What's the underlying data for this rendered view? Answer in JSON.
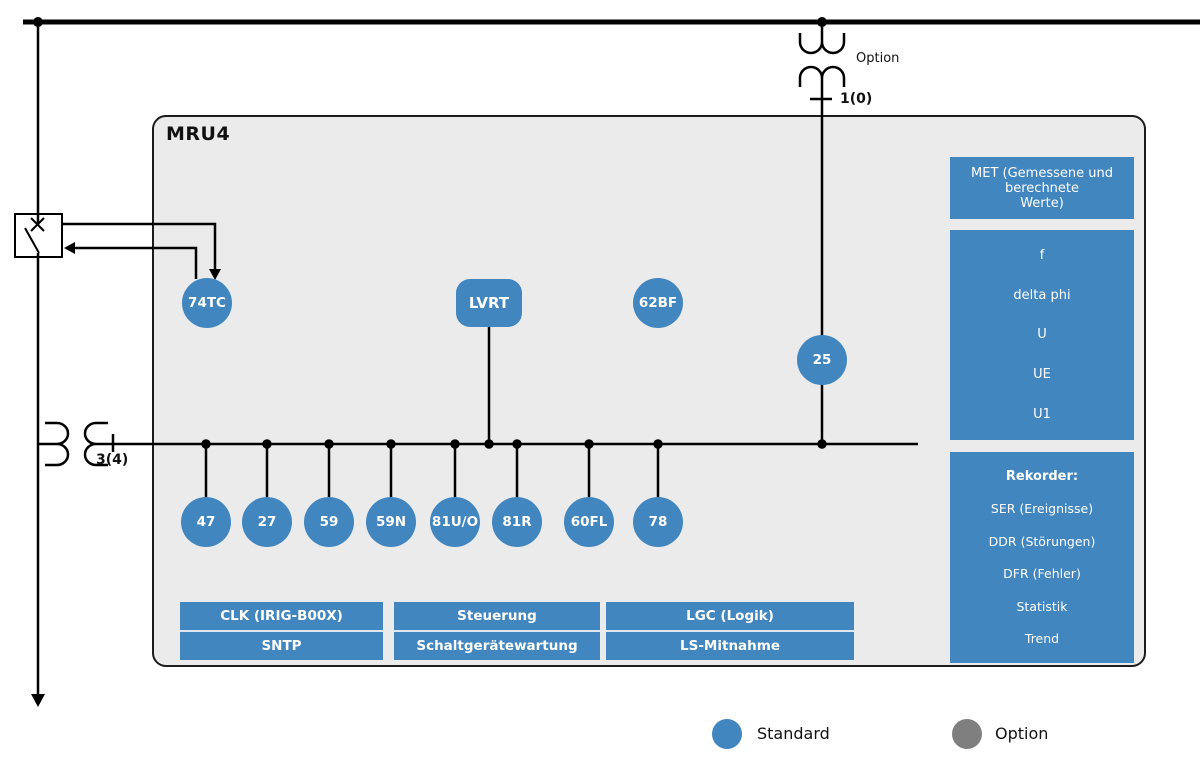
{
  "device": {
    "title": "MRU4"
  },
  "colors": {
    "standard_blue": "#4186be",
    "option_gray": "#7f7f7f",
    "device_background": "#ebebeb",
    "line_black": "#000000"
  },
  "annotations": {
    "top_transformer_option": "Option",
    "top_transformer_count": "1(0)",
    "left_transformer_count": "3(4)"
  },
  "functions": {
    "mid": {
      "trip_supervision": "74TC",
      "lvrt": "LVRT",
      "breaker_failure": "62BF",
      "sync_check": "25"
    },
    "bus": [
      "47",
      "27",
      "59",
      "59N",
      "81U/O",
      "81R",
      "60FL",
      "78"
    ]
  },
  "modules": [
    {
      "rows": [
        "CLK (IRIG-B00X)",
        "SNTP"
      ]
    },
    {
      "rows": [
        "Steuerung",
        "Schaltgerätewartung"
      ]
    },
    {
      "rows": [
        "LGC (Logik)",
        "LS-Mitnahme"
      ]
    }
  ],
  "panel": {
    "met_lines": [
      "MET (Gemessene und",
      "berechnete",
      "Werte)"
    ],
    "values": [
      "f",
      "delta phi",
      "U",
      "UE",
      "U1"
    ],
    "recorder_title": "Rekorder:",
    "recorders": [
      "SER (Ereignisse)",
      "DDR (Störungen)",
      "DFR (Fehler)",
      "Statistik",
      "Trend"
    ]
  },
  "legend": {
    "standard": "Standard",
    "option": "Option"
  }
}
